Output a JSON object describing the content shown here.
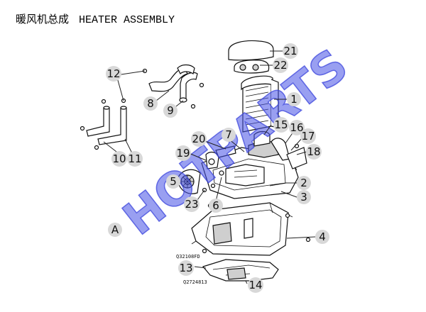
{
  "title": {
    "zh": "暖风机总成",
    "en": "HEATER ASSEMBLY"
  },
  "watermark": "HOTPARTS",
  "view_label": "A",
  "part_codes": {
    "code_a": "Q32108FD",
    "code_b": "Q2724813"
  },
  "callouts": {
    "c1": "1",
    "c2": "2",
    "c3": "3",
    "c4": "4",
    "c5": "5",
    "c6": "6",
    "c7": "7",
    "c8": "8",
    "c9": "9",
    "c10": "10",
    "c11": "11",
    "c12": "12",
    "c13": "13",
    "c14": "14",
    "c15": "15",
    "c16": "16",
    "c17": "17",
    "c18": "18",
    "c19": "19",
    "c20": "20",
    "c21": "21",
    "c22": "22",
    "c23": "23"
  }
}
